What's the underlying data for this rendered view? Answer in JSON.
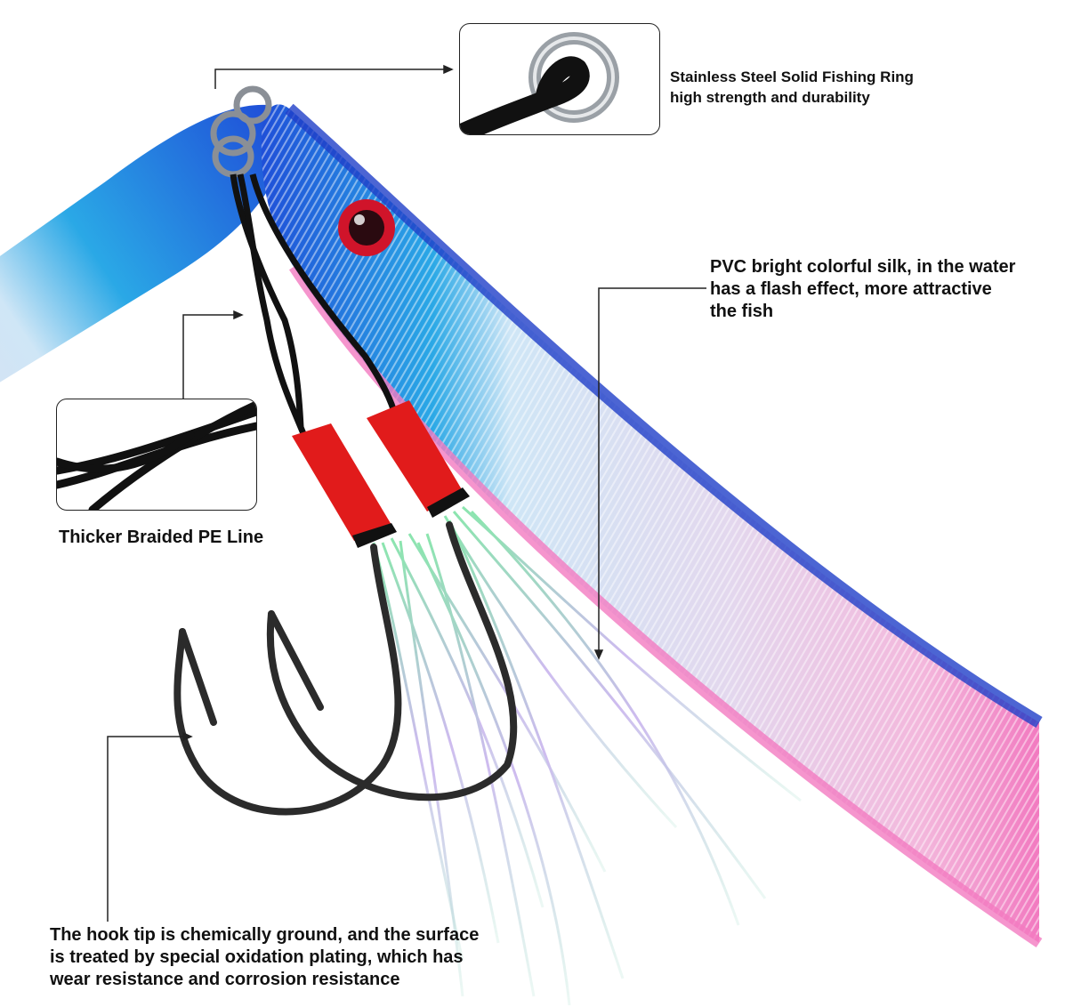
{
  "callouts": {
    "ring": "Stainless Steel Solid Fishing Ring\nhigh strength and durability",
    "pvc": "PVC bright colorful silk, in the water\nhas a flash effect, more attractive\nthe fish",
    "pe_line": "Thicker Braided PE Line",
    "hook": "The hook tip is chemically ground, and the surface\nis treated by special oxidation plating, which has\nwear resistance and corrosion resistance"
  },
  "colors": {
    "jig_back": "#1f4fd8",
    "jig_belly": "#f27ac0",
    "jig_side": "#d9d6ea",
    "eye": "#d0142a",
    "hook_wrap": "#e11b1b",
    "hook_steel": "#2b2b2b",
    "flash": "#9ddbc7"
  }
}
